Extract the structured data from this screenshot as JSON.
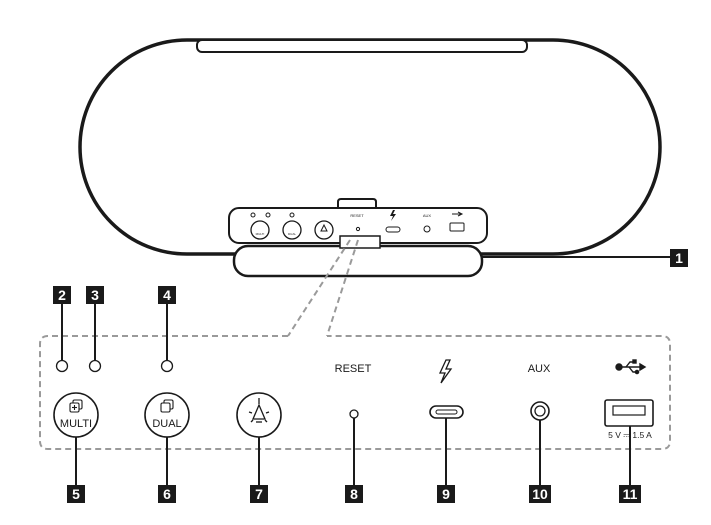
{
  "callouts": [
    "1",
    "2",
    "3",
    "4",
    "5",
    "6",
    "7",
    "8",
    "9",
    "10",
    "11"
  ],
  "panel": {
    "reset_label": "RESET",
    "aux_label": "AUX",
    "multi_label": "MULTI",
    "dual_label": "DUAL",
    "usb_rating": "5 V ⎓ 1.5 A"
  },
  "mini_panel": {
    "reset_label": "RESET",
    "aux_label": "AUX",
    "multi_label": "MULTI",
    "dual_label": "DUAL"
  },
  "icons": [
    "power-bolt-icon",
    "usb-trident-icon",
    "bulb-icon",
    "multi-icon",
    "dual-icon",
    "led-indicator-icon"
  ],
  "colors": {
    "line": "#1a1a1a",
    "badge_bg": "#1a1a1a",
    "badge_text": "#ffffff",
    "dashed": "#9a9a9a"
  }
}
